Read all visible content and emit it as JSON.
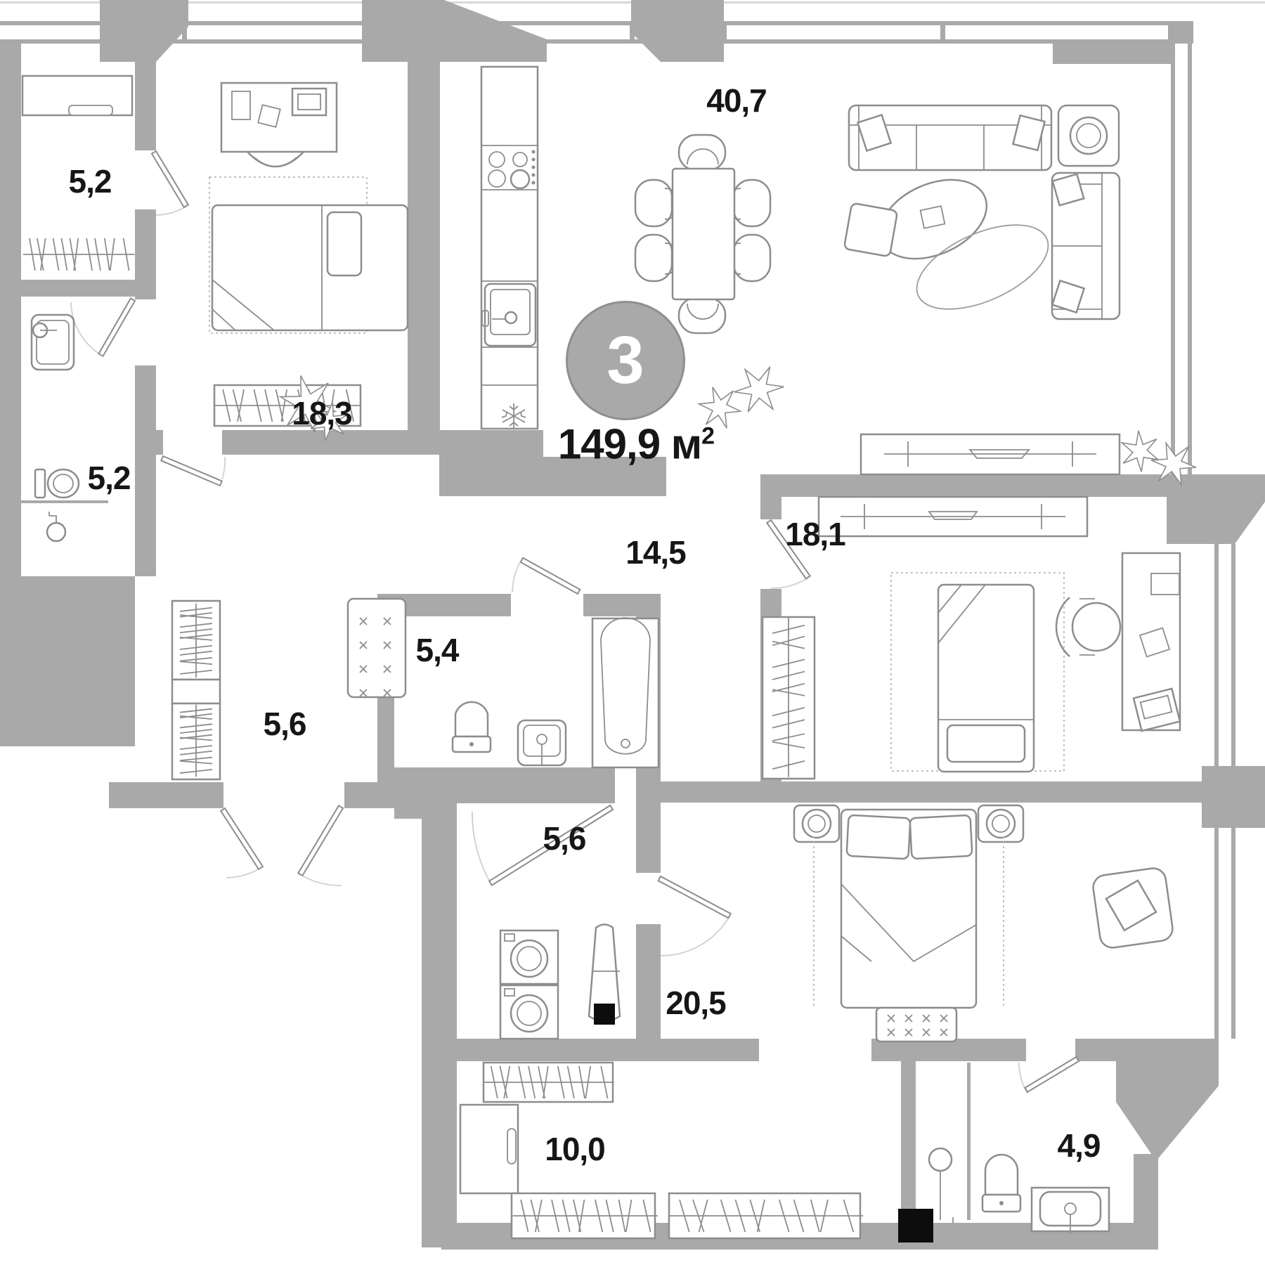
{
  "plan": {
    "type": "apartment-floor-plan",
    "rooms_badge": {
      "count": "3"
    },
    "total_area": {
      "value": "149,9",
      "unit": " м",
      "sup": "2"
    },
    "colors": {
      "wall": "#a9a9a9",
      "furniture_line": "#8d8d8d",
      "label_text": "#161616",
      "badge_bg": "#a9a9a9",
      "badge_text": "#ffffff",
      "shaft": "#0d0d0d"
    },
    "rooms": [
      {
        "id": "wardrobe-top-left",
        "area": "5,2"
      },
      {
        "id": "bedroom-1",
        "area": "18,3"
      },
      {
        "id": "kitchen-living-room",
        "area": "40,7"
      },
      {
        "id": "bathroom-left",
        "area": "5,2"
      },
      {
        "id": "hall",
        "area": "14,5"
      },
      {
        "id": "bathroom-center",
        "area": "5,4"
      },
      {
        "id": "hallway",
        "area": "5,6"
      },
      {
        "id": "bedroom-2",
        "area": "18,1"
      },
      {
        "id": "laundry",
        "area": "5,6"
      },
      {
        "id": "bedroom-3",
        "area": "20,5"
      },
      {
        "id": "walkin-wardrobe",
        "area": "10,0"
      },
      {
        "id": "bathroom-master",
        "area": "4,9"
      }
    ]
  }
}
